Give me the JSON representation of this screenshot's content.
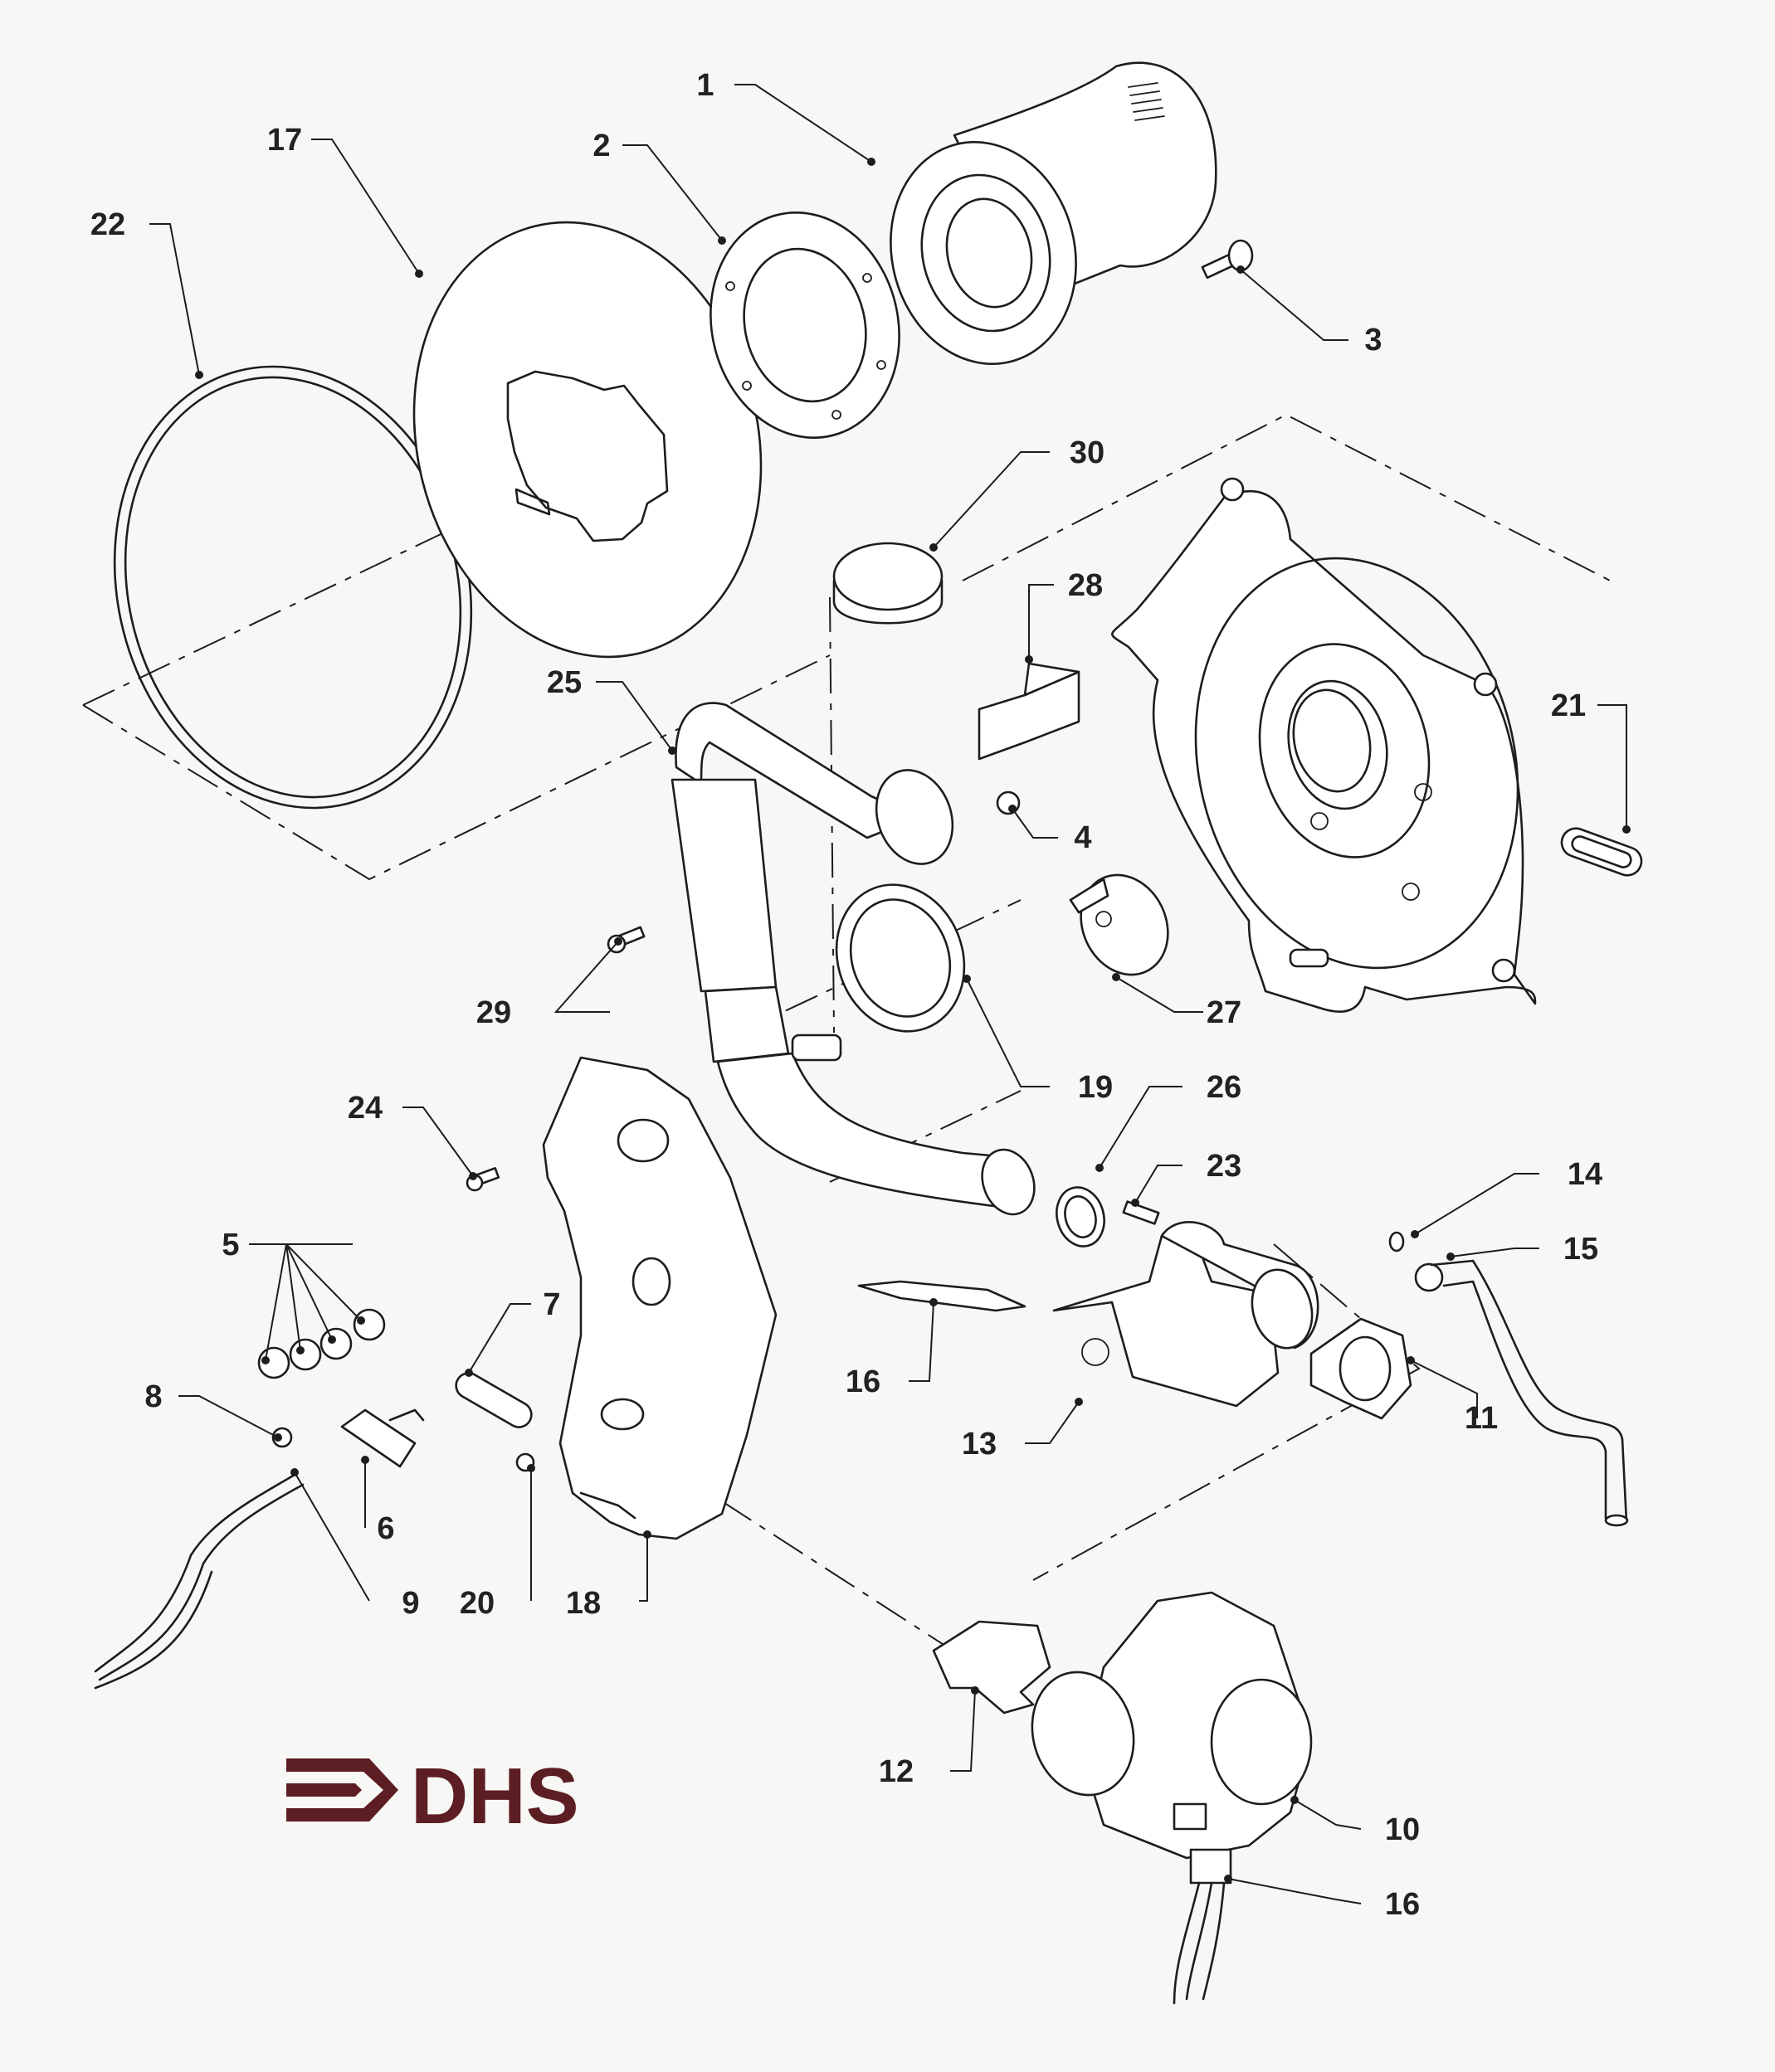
{
  "diagram": {
    "callouts": [
      "1",
      "2",
      "3",
      "4",
      "5",
      "6",
      "7",
      "8",
      "9",
      "10",
      "11",
      "12",
      "13",
      "14",
      "15",
      "16",
      "16",
      "17",
      "18",
      "19",
      "20",
      "21",
      "22",
      "23",
      "24",
      "25",
      "26",
      "27",
      "28",
      "29",
      "30"
    ]
  },
  "logo": {
    "text": "DHS",
    "color": "#5c1e22"
  },
  "colors": {
    "line": "#1d1d1d",
    "paper": "#f7f7f5"
  }
}
